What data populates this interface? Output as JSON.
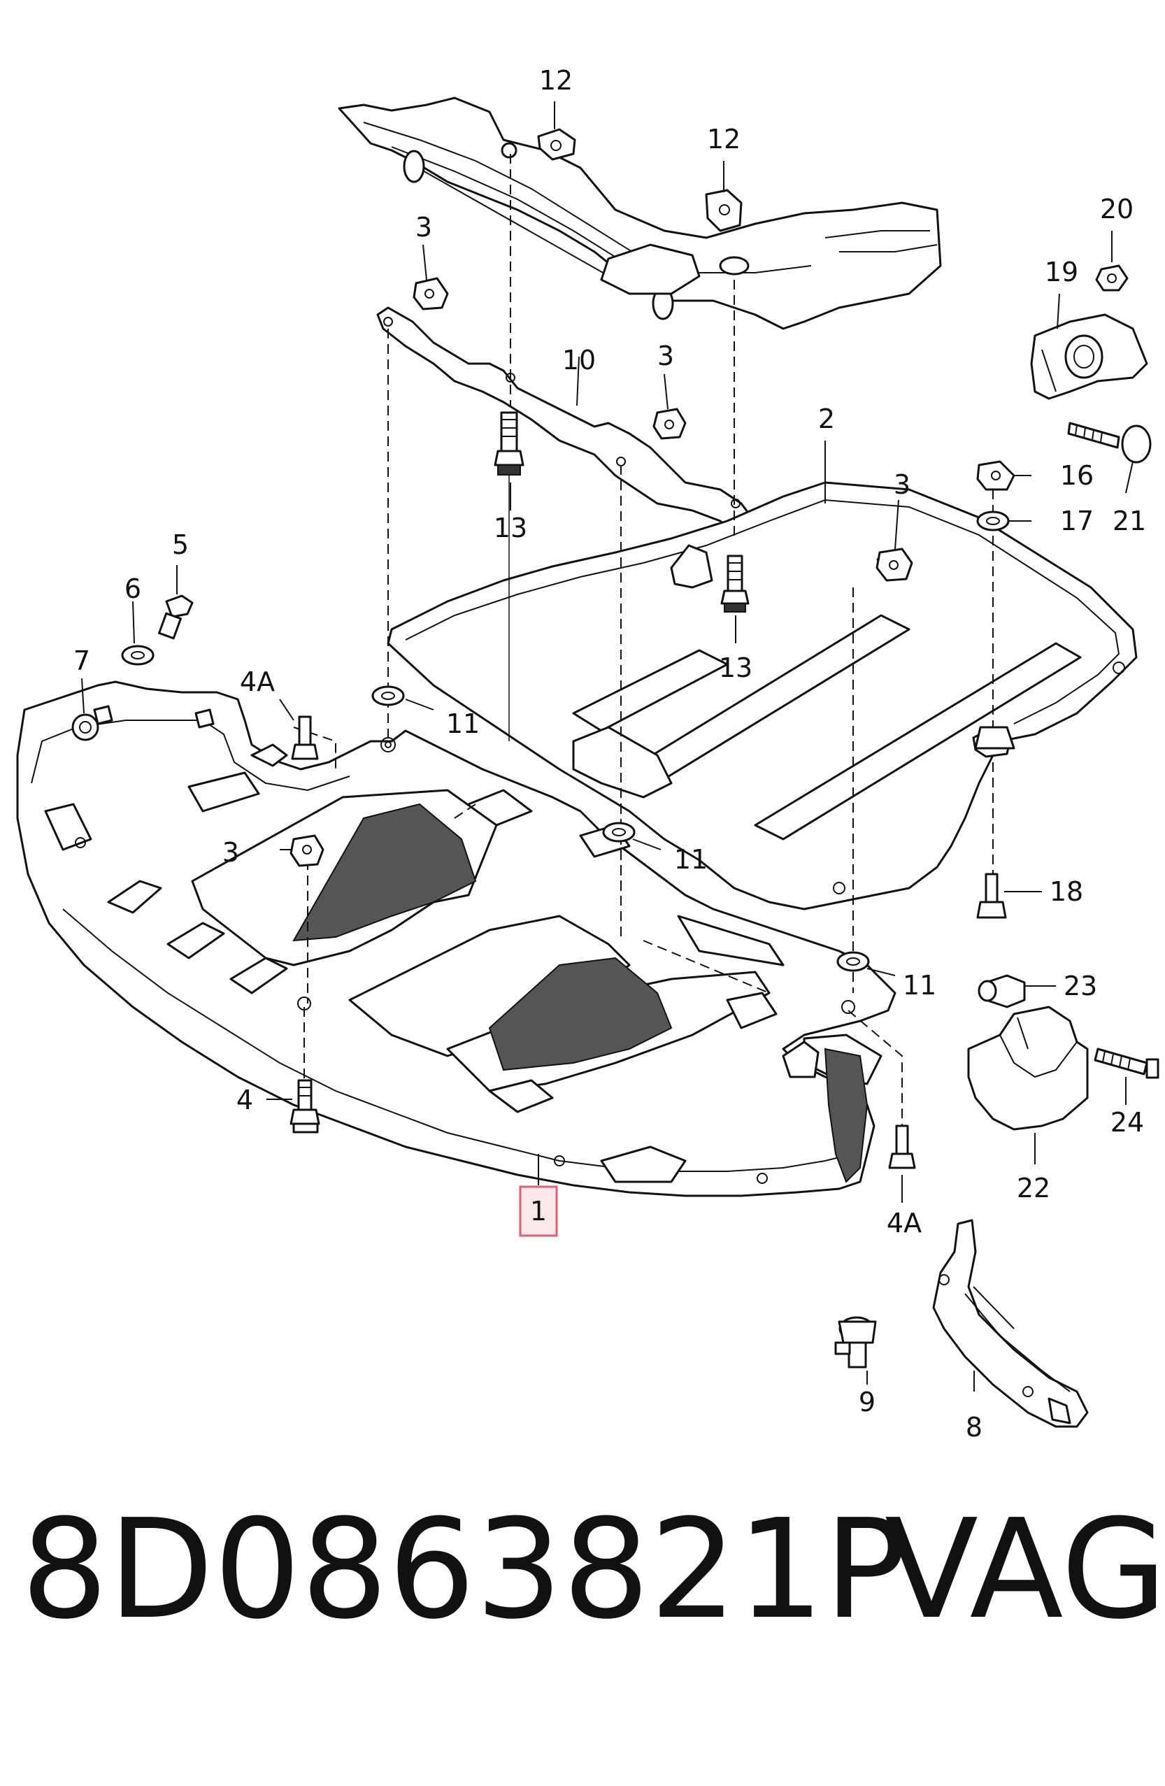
{
  "callouts": {
    "c1": "1",
    "c2": "2",
    "c3a": "3",
    "c3b": "3",
    "c3c": "3",
    "c3d": "3",
    "c4": "4",
    "c4a1": "4A",
    "c4a2": "4A",
    "c5": "5",
    "c6": "6",
    "c7": "7",
    "c8": "8",
    "c9": "9",
    "c10": "10",
    "c11a": "11",
    "c11b": "11",
    "c11c": "11",
    "c12a": "12",
    "c12b": "12",
    "c13a": "13",
    "c13b": "13",
    "c16": "16",
    "c17": "17",
    "c18": "18",
    "c19": "19",
    "c20": "20",
    "c21": "21",
    "c22": "22",
    "c23": "23",
    "c24": "24"
  },
  "highlighted_callout": "1",
  "highlight_color": "#e06070",
  "footer": {
    "part_number": "8D0863821P",
    "brand": "VAG"
  }
}
